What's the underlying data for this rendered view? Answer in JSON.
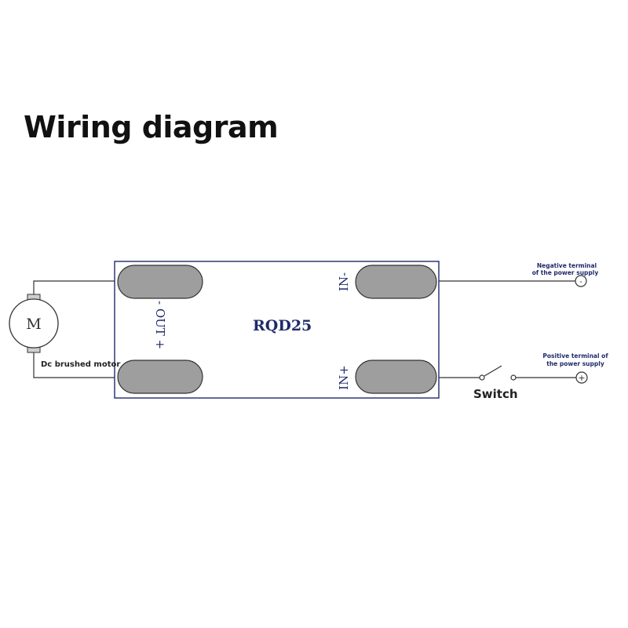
{
  "title": "Wiring diagram",
  "module": {
    "name": "RQD25",
    "out_label": "- OUT +",
    "in_minus_label": "IN-",
    "in_plus_label": "IN+"
  },
  "motor": {
    "symbol": "M",
    "label": "Dc brushed motor"
  },
  "switch_label": "Switch",
  "negative_terminal": {
    "line1": "Negative terminal",
    "line2": "of the power supply",
    "symbol": "-"
  },
  "positive_terminal": {
    "line1": "Positive terminal of",
    "line2": "the power supply",
    "symbol": "+"
  },
  "colors": {
    "board_outline": "#1f2a6b",
    "pad_fill": "#9e9e9e",
    "wire": "#333333",
    "module_text": "#1f2a6b",
    "terminal_text": "#1f2a6b"
  }
}
